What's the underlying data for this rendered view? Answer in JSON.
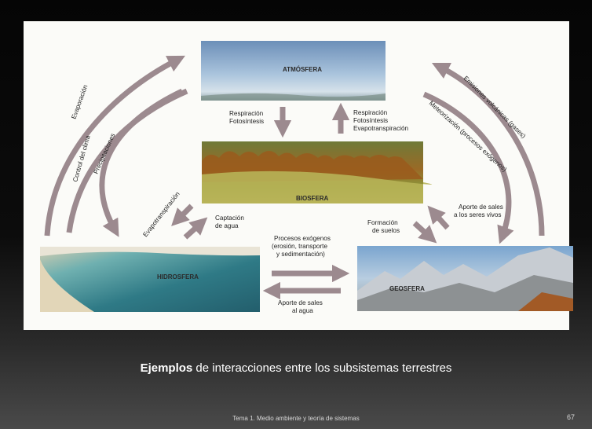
{
  "boxes": {
    "atmosfera": "ATMÓSFERA",
    "biosfera": "BIOSFERA",
    "hidrosfera": "HIDROSFERA",
    "geosfera": "GEOSFERA"
  },
  "labels": {
    "evaporacion": "Evaporación",
    "control_clima": "Control del clima",
    "precipitaciones": "Precipitaciones",
    "respiracion_down": [
      "Respiración",
      "Fotosíntesis"
    ],
    "respiracion_up": [
      "Respiración",
      "Fotosíntesis",
      "Evapotranspiración"
    ],
    "evapotranspiracion": "Evapotranspiración",
    "captacion": [
      "Captación",
      "de agua"
    ],
    "emisiones": "Emisiones volcánicas (gases)",
    "meteorizacion": "Meteorización (procesos exógenos)",
    "aporte_sales_seres": [
      "Aporte de sales",
      "a los seres vivos"
    ],
    "formacion_suelos": [
      "Formación",
      "de suelos"
    ],
    "procesos_exogenos": [
      "Procesos exógenos",
      "(erosión, transporte",
      "y sedimentación)"
    ],
    "aporte_sales_agua": [
      "Aporte de sales",
      "al agua"
    ]
  },
  "caption": {
    "bold": "Ejemplos",
    "rest": " de interacciones entre los subsistemas terrestres"
  },
  "footer": "Tema 1. Medio ambiente y teoría de sistemas",
  "page_number": "67",
  "colors": {
    "arrow": "#9c8a8f",
    "panel": "#fbfbf8",
    "slide_bg": "#0a0a0a",
    "caption_text": "#ffffff"
  }
}
